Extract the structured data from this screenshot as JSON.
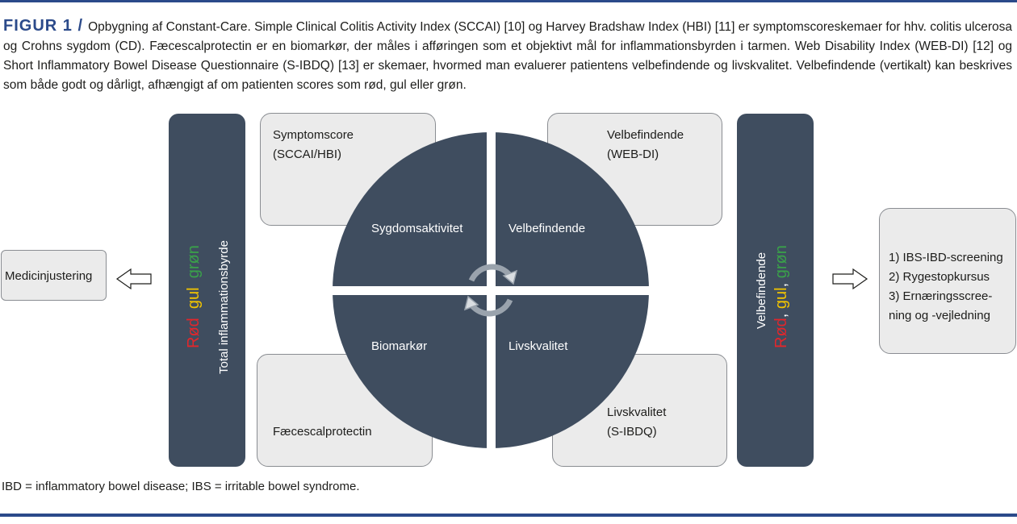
{
  "caption": {
    "figure_label": "FIGUR 1 /",
    "text": "Opbygning af Constant-Care. Simple Clinical Colitis Activity Index (SCCAI) [10] og Harvey Bradshaw Index (HBI) [11] er symptomscoreskemaer for hhv. colitis ulcerosa og Crohns sygdom (CD). Fæcescalprotectin er en biomarkør, der måles i afføringen som et objektivt mål for inflammationsbyrden i tarmen. Web Disability Index (WEB-DI) [12] og Short Inflammatory Bowel Disease Questionnaire (S-IBDQ) [13] er skemaer, hvormed man evaluerer patientens velbefindende og livskvalitet. Velbefindende (vertikalt) kan beskrives som både godt og dårligt, afhængigt af om patienten scores som rød, gul eller grøn."
  },
  "left_box": {
    "label": "Medicinjustering"
  },
  "left_bar": {
    "title": "Total inflammationsbyrde",
    "red": "Rød",
    "sep1": ", ",
    "yellow": "gul",
    "sep2": ", ",
    "green": "grøn"
  },
  "right_bar": {
    "title": "Velbefindende",
    "red": "Rød",
    "sep1": ", ",
    "yellow": "gul",
    "sep2": ", ",
    "green": "grøn"
  },
  "corner_boxes": {
    "top_left": {
      "line1": "Symptomscore",
      "line2": "(SCCAI/HBI)"
    },
    "top_right": {
      "line1": "Velbefindende",
      "line2": "(WEB-DI)"
    },
    "bottom_left": {
      "line1": "Fæcescalprotectin"
    },
    "bottom_right": {
      "line1": "Livskvalitet",
      "line2": "(S-IBDQ)"
    }
  },
  "circle": {
    "q_top_left": "Sygdomsaktivitet",
    "q_top_right": "Velbefindende",
    "q_bottom_left": "Biomarkør",
    "q_bottom_right": "Livskvalitet"
  },
  "right_box": {
    "line1": "1) IBS-IBD-screening",
    "line2": "2) Rygestopkursus",
    "line3": "3) Ernæringsscree-",
    "line4": "ning og -vejledning"
  },
  "footnote": "IBD = inflammatory bowel disease; IBS = irritable bowel syndrome.",
  "colors": {
    "navy": "#3f4d5f",
    "box_fill": "#ebebeb",
    "rule_blue": "#2b4a8a",
    "red": "#e3262b",
    "yellow": "#f2c400",
    "green": "#3aa14a"
  },
  "icons": {
    "left_arrow": "left-outline-arrow-icon",
    "right_arrow": "right-outline-arrow-icon",
    "cycle": "circular-arrows-icon"
  }
}
